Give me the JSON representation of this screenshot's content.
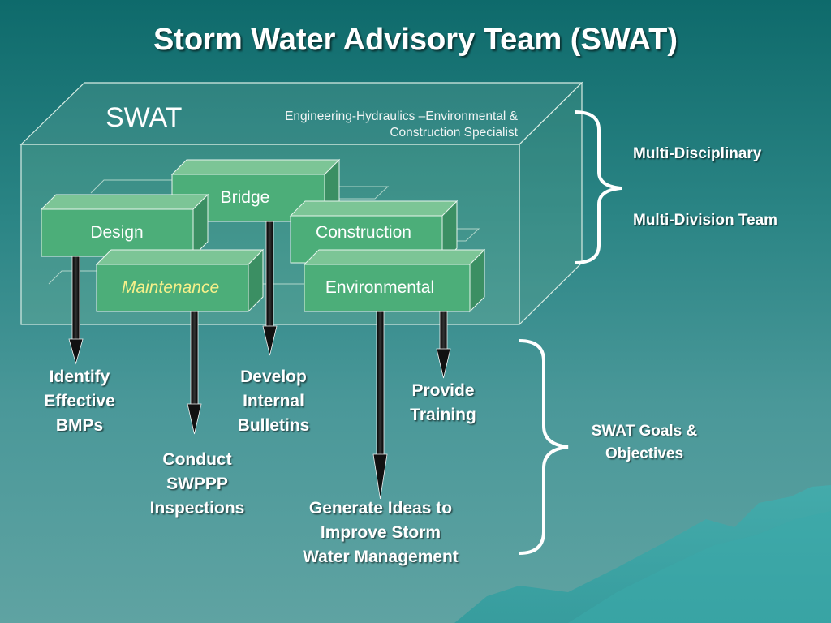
{
  "title": "Storm Water Advisory Team (SWAT)",
  "swat_label": "SWAT",
  "specialists_line1": "Engineering-Hydraulics –Environmental &",
  "specialists_line2": "Construction Specialist",
  "boxes": {
    "bridge": "Bridge",
    "design": "Design",
    "construction": "Construction",
    "maintenance": "Maintenance",
    "environmental": "Environmental"
  },
  "outcomes": {
    "identify": [
      "Identify",
      "Effective",
      "BMPs"
    ],
    "develop": [
      "Develop",
      "Internal",
      "Bulletins"
    ],
    "provide": [
      "Provide",
      "Training"
    ],
    "conduct": [
      "Conduct",
      "SWPPP",
      "Inspections"
    ],
    "generate": [
      "Generate Ideas to",
      "Improve Storm",
      "Water Management"
    ]
  },
  "team_labels": {
    "multi_disciplinary": "Multi-Disciplinary",
    "multi_division": "Multi-Division Team"
  },
  "goals": [
    "SWAT Goals &",
    "Objectives"
  ],
  "colors": {
    "box_front": "#4cae79",
    "box_top": "#7cc596",
    "box_side": "#3b8f63",
    "maintenance_text": "#f6f08a"
  }
}
